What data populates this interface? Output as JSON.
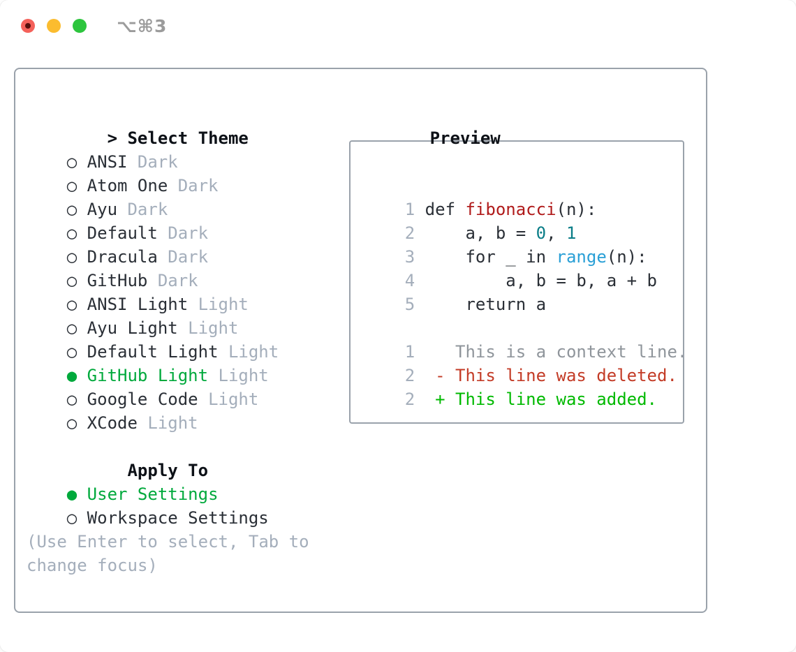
{
  "window": {
    "title": "⌥⌘3"
  },
  "markers": {
    "focus": ">",
    "selected": "●",
    "unselected": "○"
  },
  "colors": {
    "text": "#2a2f36",
    "heading": "#0d1117",
    "muted": "#a4aebb",
    "border": "#9aa2ab",
    "select_green": "#00a93c",
    "added_green": "#00b900",
    "deleted_red": "#c33b26",
    "function_red": "#b01b1b",
    "number_teal": "#0a7d87",
    "builtin_blue": "#299fd6",
    "context_gray": "#8f959b",
    "traffic_red": "#f4615a",
    "traffic_yellow": "#fbbc2f",
    "traffic_green": "#2dc53d",
    "title_gray": "#9b9b9b"
  },
  "theme_panel": {
    "heading": "Select Theme",
    "themes": [
      {
        "name": "ANSI",
        "variant": "Dark",
        "selected": false
      },
      {
        "name": "Atom One",
        "variant": "Dark",
        "selected": false
      },
      {
        "name": "Ayu",
        "variant": "Dark",
        "selected": false
      },
      {
        "name": "Default",
        "variant": "Dark",
        "selected": false
      },
      {
        "name": "Dracula",
        "variant": "Dark",
        "selected": false
      },
      {
        "name": "GitHub",
        "variant": "Dark",
        "selected": false
      },
      {
        "name": "ANSI Light",
        "variant": "Light",
        "selected": false
      },
      {
        "name": "Ayu Light",
        "variant": "Light",
        "selected": false
      },
      {
        "name": "Default Light",
        "variant": "Light",
        "selected": false
      },
      {
        "name": "GitHub Light",
        "variant": "Light",
        "selected": true
      },
      {
        "name": "Google Code",
        "variant": "Light",
        "selected": false
      },
      {
        "name": "XCode",
        "variant": "Light",
        "selected": false
      }
    ],
    "apply_heading": "Apply To",
    "apply_options": [
      {
        "name": "User Settings",
        "selected": true
      },
      {
        "name": "Workspace Settings",
        "selected": false
      }
    ],
    "hint_lines": [
      "(Use Enter to select, Tab to",
      "change focus)"
    ]
  },
  "preview": {
    "heading": "Preview",
    "code_lines": [
      {
        "num": "1",
        "tokens": [
          {
            "text": "def ",
            "style": "plain"
          },
          {
            "text": "fibonacci",
            "style": "function"
          },
          {
            "text": "(n):",
            "style": "plain"
          }
        ]
      },
      {
        "num": "2",
        "tokens": [
          {
            "text": "    a, b = ",
            "style": "plain"
          },
          {
            "text": "0",
            "style": "number"
          },
          {
            "text": ", ",
            "style": "plain"
          },
          {
            "text": "1",
            "style": "number"
          }
        ]
      },
      {
        "num": "3",
        "tokens": [
          {
            "text": "    for _ in ",
            "style": "plain"
          },
          {
            "text": "range",
            "style": "builtin"
          },
          {
            "text": "(n):",
            "style": "plain"
          }
        ]
      },
      {
        "num": "4",
        "tokens": [
          {
            "text": "        a, b = b, a + b",
            "style": "plain"
          }
        ]
      },
      {
        "num": "5",
        "tokens": [
          {
            "text": "    return a",
            "style": "plain"
          }
        ]
      },
      {
        "num": "",
        "tokens": []
      },
      {
        "num": "1",
        "tokens": [
          {
            "text": "   This is a context line.",
            "style": "context"
          }
        ]
      },
      {
        "num": "2",
        "tokens": [
          {
            "text": " - This line was deleted.",
            "style": "deleted"
          }
        ]
      },
      {
        "num": "2",
        "tokens": [
          {
            "text": " + This line was added.",
            "style": "added"
          }
        ]
      }
    ]
  }
}
